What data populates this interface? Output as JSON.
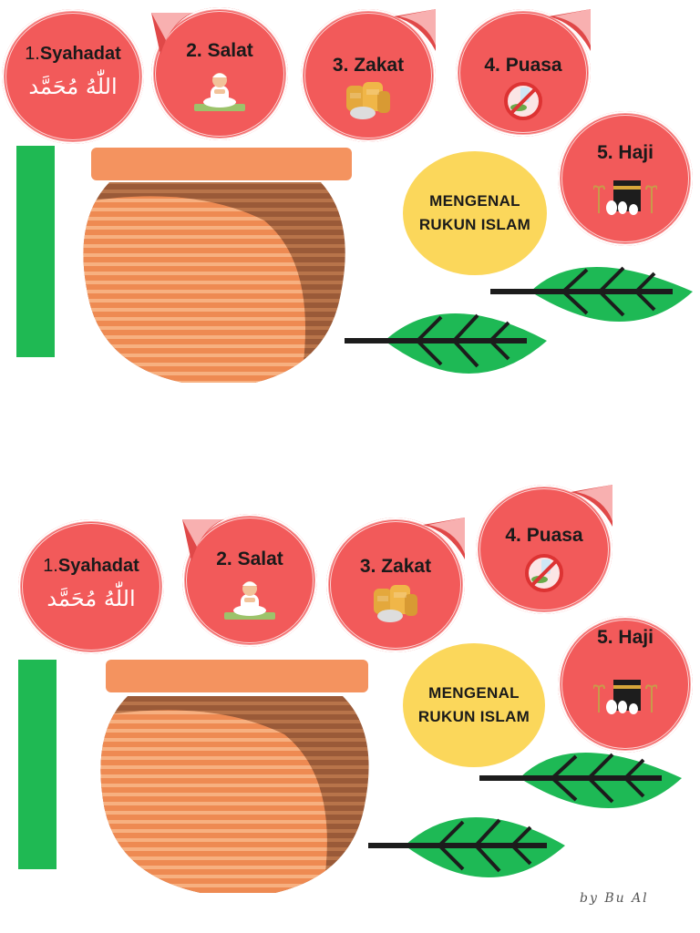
{
  "title": {
    "line1": "MENGENAL",
    "line2": "RUKUN ISLAM"
  },
  "pillars": [
    {
      "num": "1.",
      "label": "Syahadat",
      "caption": "اللّٰهُ مُحَمَّد",
      "icon": "arabic-calligraphy-icon"
    },
    {
      "num": "2.",
      "label": "Salat",
      "icon": "praying-child-icon"
    },
    {
      "num": "3.",
      "label": "Zakat",
      "icon": "rice-sacks-icon"
    },
    {
      "num": "4.",
      "label": "Puasa",
      "icon": "no-food-icon"
    },
    {
      "num": "5.",
      "label": "Haji",
      "icon": "kaaba-icon"
    }
  ],
  "signature": "by Bu Al",
  "colors": {
    "pillar_red": "#f25a5a",
    "title_yellow": "#fbd75b",
    "bar_green": "#1fb953",
    "leaf_green": "#1eb955",
    "pot_rim": "#f4935f",
    "pot_dark": "#a4623e",
    "pot_stripe": "#f6a06c"
  }
}
